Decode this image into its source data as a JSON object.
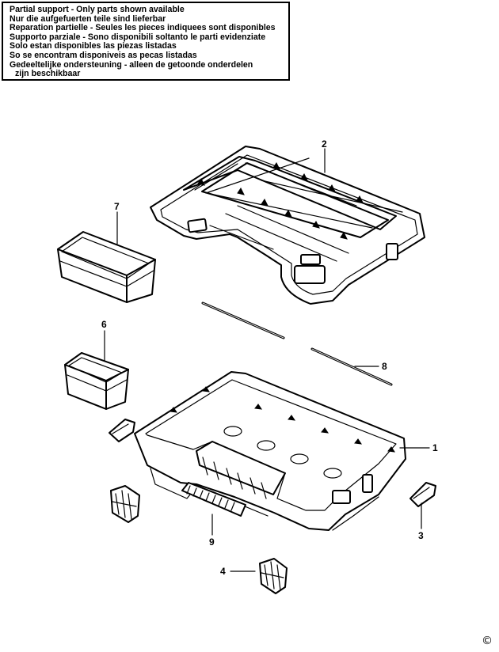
{
  "notice": {
    "lines": [
      "Partial support - Only parts shown available",
      "Nur die aufgefuerten teile sind lieferbar",
      "Reparation partielle - Seules les pieces indiquees sont disponibles",
      "Supporto parziale - Sono disponibili soltanto le parti evidenziate",
      "Solo estan disponibles las piezas listadas",
      "So se encontram disponiveis as pecas listadas",
      "Gedeeltelijke ondersteuning - alleen de getoonde onderdelen",
      "zijn beschikbaar"
    ]
  },
  "callouts": {
    "c1": "1",
    "c2": "2",
    "c3": "3",
    "c4": "4",
    "c6": "6",
    "c7": "7",
    "c8": "8",
    "c9": "9"
  },
  "copyright": "©"
}
